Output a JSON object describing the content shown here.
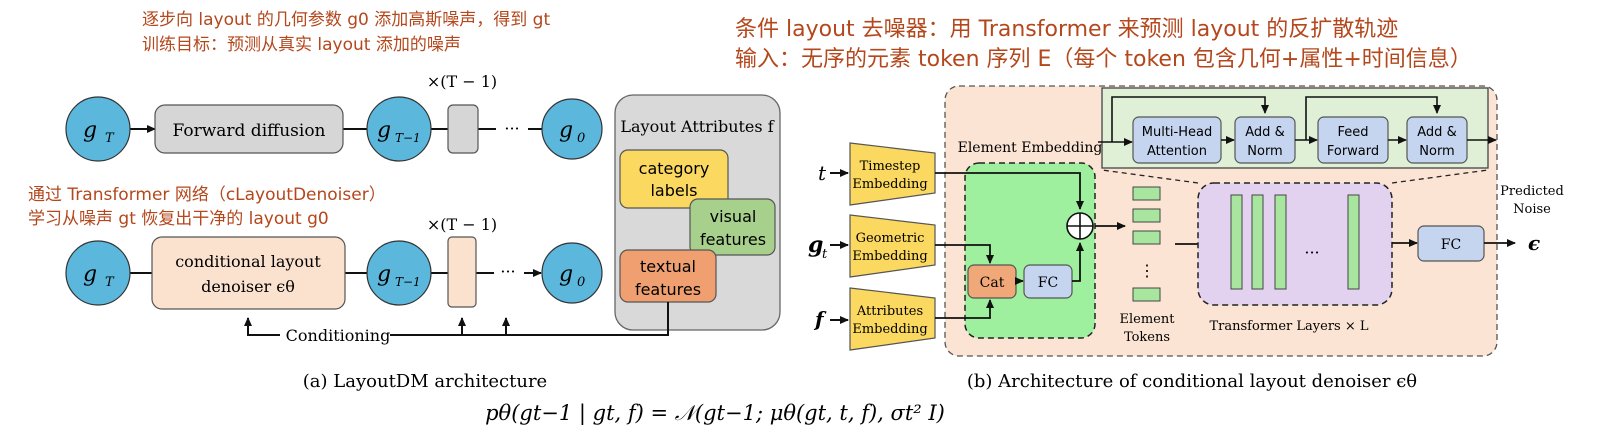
{
  "annotations": {
    "top_left_line1": "逐步向 layout 的几何参数 g0 添加高斯噪声，得到 gt",
    "top_left_line2": "训练目标：预测从真实 layout 添加的噪声",
    "mid_left_line1": "通过 Transformer 网络（cLayoutDenoiser）",
    "mid_left_line2": "学习从噪声 gt 恢复出干净的 layout g0",
    "top_right_line1": "条件 layout 去噪器：用 Transformer 来预测 layout 的反扩散轨迹",
    "top_right_line2": "输入：无序的元素 token 序列 E（每个 token 包含几何+属性+时间信息）"
  },
  "left": {
    "gT": "g",
    "gT_sub": "T",
    "gT1": "g",
    "gT1_sub": "T−1",
    "g0": "g",
    "g0_sub": "0",
    "forward": "Forward diffusion",
    "steps_label": "×(T − 1)",
    "ellipsis": "···",
    "denoiser_line1": "conditional layout",
    "denoiser_line2": "denoiser ϵθ",
    "attributes_title": "Layout Attributes f",
    "category_line1": "category",
    "category_line2": "labels",
    "visual_line1": "visual",
    "visual_line2": "features",
    "textual_line1": "textual",
    "textual_line2": "features",
    "conditioning": "Conditioning",
    "caption": "(a) LayoutDM architecture"
  },
  "right": {
    "in_t": "t",
    "in_g": "g",
    "in_g_sub": "t",
    "in_f": "f",
    "timestep_line1": "Timestep",
    "timestep_line2": "Embedding",
    "geometric_line1": "Geometric",
    "geometric_line2": "Embedding",
    "attributes_line1": "Attributes",
    "attributes_line2": "Embedding",
    "element_embedding": "Element Embedding",
    "cat": "Cat",
    "fc": "FC",
    "plus": "⊕",
    "mha_line1": "Multi-Head",
    "mha_line2": "Attention",
    "addnorm_line1": "Add &",
    "addnorm_line2": "Norm",
    "ff_line1": "Feed",
    "ff_line2": "Forward",
    "addnorm2_line1": "Add &",
    "addnorm2_line2": "Norm",
    "token_dots": "⋮",
    "tokens_line1": "Element",
    "tokens_line2": "Tokens",
    "layer_dots": "···",
    "transformer_layers": "Transformer Layers × L",
    "fc_out": "FC",
    "predicted_line1": "Predicted",
    "predicted_line2": "Noise",
    "epsilon": "ϵ",
    "caption": "(b) Architecture of conditional layout denoiser ϵθ"
  },
  "formula": "pθ(gt−1 | gt, f) = 𝒩(gt−1; μθ(gt, t, f), σt² I)",
  "colors": {
    "circle": "#5bb8dc",
    "gray_box": "#d6d6d6",
    "peach": "#fbe2cf",
    "yellow": "#fbd860",
    "green": "#a8d08d",
    "orange": "#f0a070",
    "blue_box": "#c5d5ef",
    "emb_green": "#9ef09e",
    "token_green": "#a8e6a0",
    "purple": "#e2d2f0",
    "note": "#b4471c"
  }
}
